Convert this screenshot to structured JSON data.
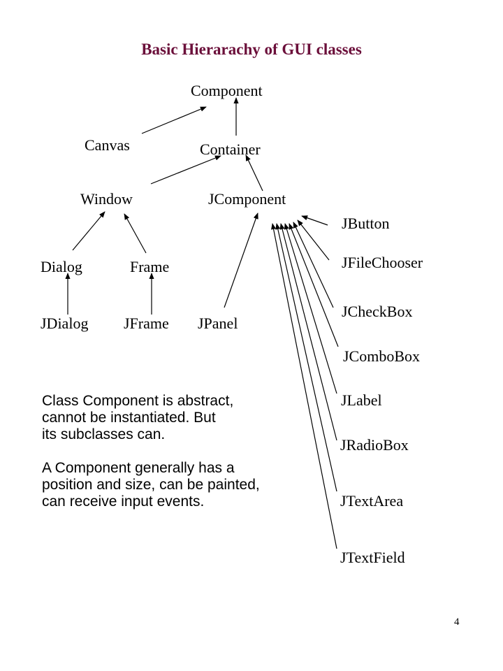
{
  "title": "Basic Hierarachy of GUI classes",
  "colors": {
    "title": "#6b0f3a",
    "text": "#000000",
    "background": "#ffffff"
  },
  "nodes": {
    "component": "Component",
    "canvas": "Canvas",
    "container": "Container",
    "window": "Window",
    "jcomponent": "JComponent",
    "dialog": "Dialog",
    "frame": "Frame",
    "jdialog": "JDialog",
    "jframe": "JFrame",
    "jpanel": "JPanel",
    "jbutton": "JButton",
    "jfilechooser": "JFileChooser",
    "jcheckbox": "JCheckBox",
    "jcombobox": "JComboBox",
    "jlabel": "JLabel",
    "jradiobox": "JRadioBox",
    "jtextarea": "JTextArea",
    "jtextfield": "JTextField"
  },
  "edges": [
    {
      "from": "Canvas",
      "to": "Component"
    },
    {
      "from": "Container",
      "to": "Component"
    },
    {
      "from": "Window",
      "to": "Container"
    },
    {
      "from": "JComponent",
      "to": "Container"
    },
    {
      "from": "Dialog",
      "to": "Window"
    },
    {
      "from": "Frame",
      "to": "Window"
    },
    {
      "from": "JDialog",
      "to": "Dialog"
    },
    {
      "from": "JFrame",
      "to": "Frame"
    },
    {
      "from": "JPanel",
      "to": "JComponent"
    },
    {
      "from": "JButton",
      "to": "JComponent"
    },
    {
      "from": "JFileChooser",
      "to": "JComponent"
    },
    {
      "from": "JCheckBox",
      "to": "JComponent"
    },
    {
      "from": "JComboBox",
      "to": "JComponent"
    },
    {
      "from": "JLabel",
      "to": "JComponent"
    },
    {
      "from": "JRadioBox",
      "to": "JComponent"
    },
    {
      "from": "JTextArea",
      "to": "JComponent"
    },
    {
      "from": "JTextField",
      "to": "JComponent"
    }
  ],
  "notes": {
    "paragraph1": "Class Component is abstract,\ncannot be instantiated. But\nits subclasses can.",
    "paragraph2": "A Component generally has a\nposition and size, can be painted,\ncan receive input events."
  },
  "page_number": "4"
}
